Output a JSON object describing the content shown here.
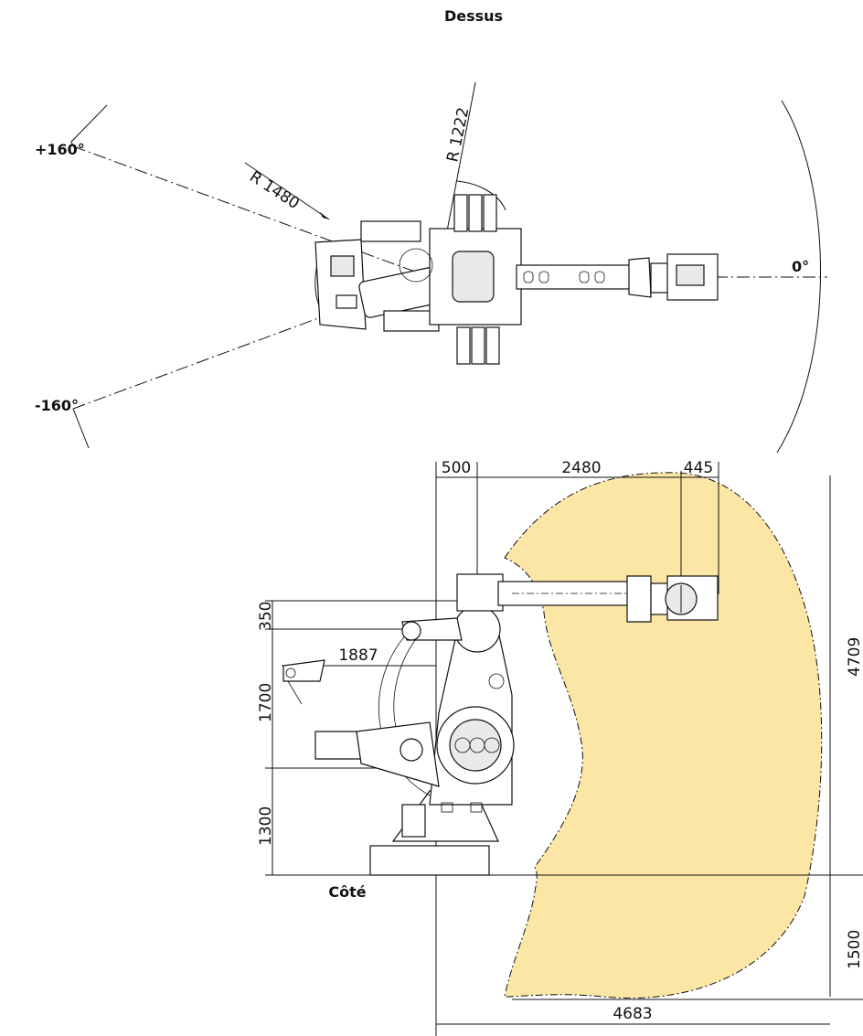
{
  "views": {
    "top_title": "Dessus",
    "side_title": "Côté"
  },
  "angles": {
    "plus": "+160°",
    "minus": "-160°",
    "zero": "0°"
  },
  "radii": {
    "r1": "R 1480",
    "r2": "R 1222"
  },
  "dimensions": {
    "d500": "500",
    "d2480": "2480",
    "d445": "445",
    "d350": "350",
    "d1887": "1887",
    "d1700": "1700",
    "d1300": "1300",
    "d4709": "4709",
    "d1500": "1500",
    "d4683": "4683"
  },
  "colors": {
    "workspace": "#fbe6a6",
    "line": "#111111"
  }
}
